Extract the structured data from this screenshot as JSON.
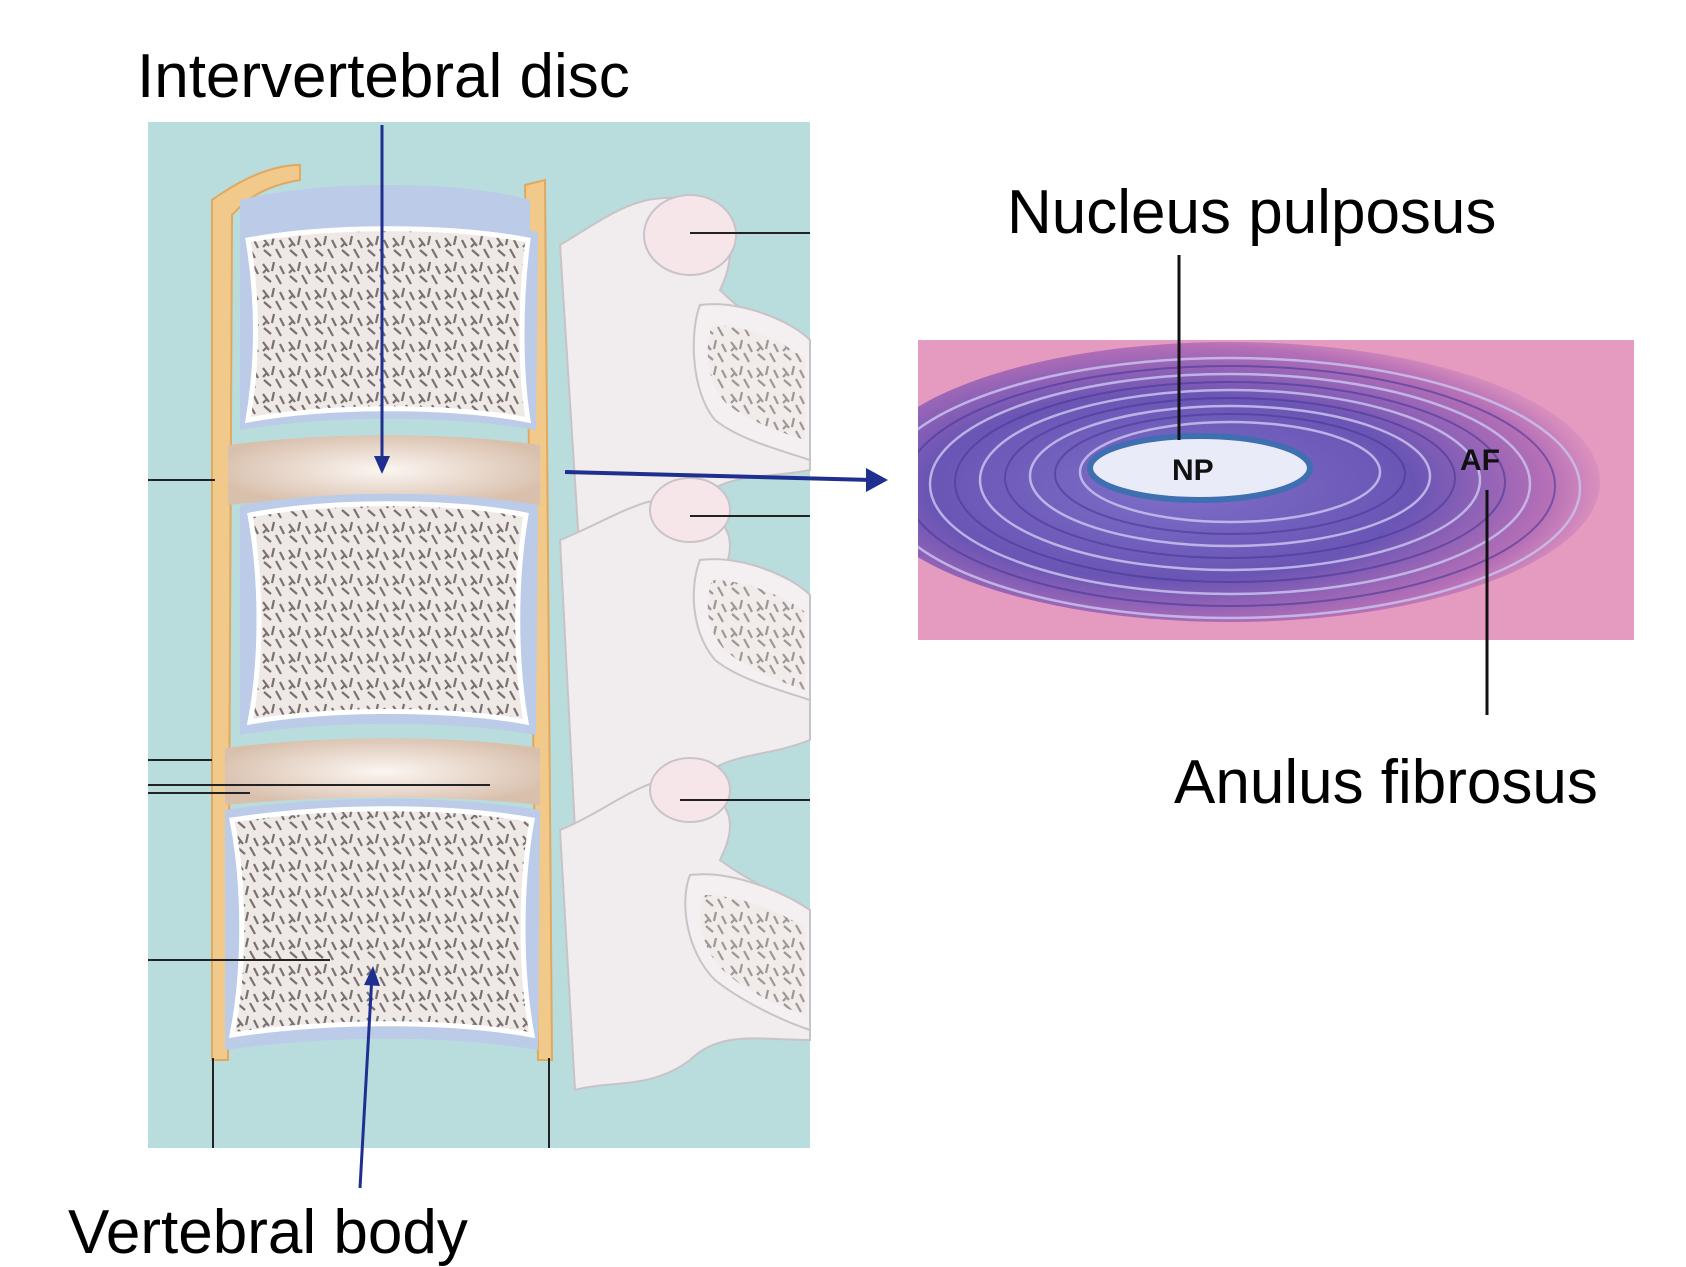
{
  "labels": {
    "intervertebral_disc": "Intervertebral disc",
    "nucleus_pulposus": "Nucleus pulposus",
    "anulus_fibrosus": "Anulus fibrosus",
    "vertebral_body": "Vertebral body",
    "np_abbrev": "NP",
    "af_abbrev": "AF"
  },
  "colors": {
    "background_teal": "#b8dddc",
    "bone_fill": "#f4efec",
    "disc_fill": "#e3cdbd",
    "cartilage_blue": "#b9c9ea",
    "ligament_orange": "#f1c98a",
    "histology_pink": "#e59ac0",
    "histology_purple": "#6a55b5",
    "arrow_blue": "#1f2f8f"
  }
}
